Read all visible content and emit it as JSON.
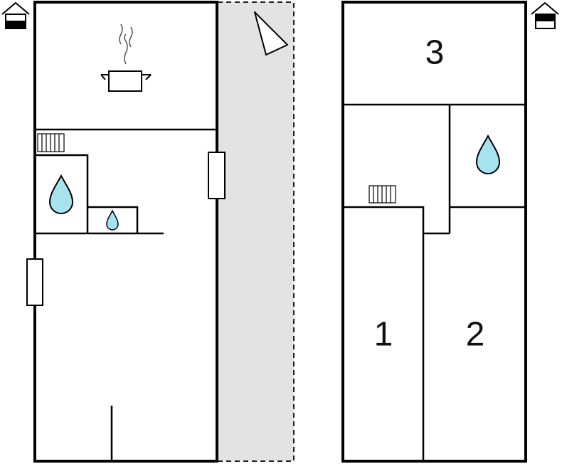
{
  "colors": {
    "wall": "#000000",
    "background": "#ffffff",
    "terrace": "#e3e3e3",
    "water": "#a7e3ef",
    "label": "#111111"
  },
  "icons": {
    "ground_floor_indicator": "house-lower-floor-icon",
    "upper_floor_indicator": "house-upper-floor-icon",
    "kitchen": "cooking-pot-icon",
    "radiator": "radiator-icon",
    "water": "water-drop-icon",
    "north": "north-arrow-icon",
    "window": "window-icon"
  },
  "floor_plans": {
    "ground_floor": {},
    "upper_floor": {
      "rooms": [
        {
          "label": "3"
        },
        {
          "label": "1"
        },
        {
          "label": "2"
        }
      ]
    }
  }
}
